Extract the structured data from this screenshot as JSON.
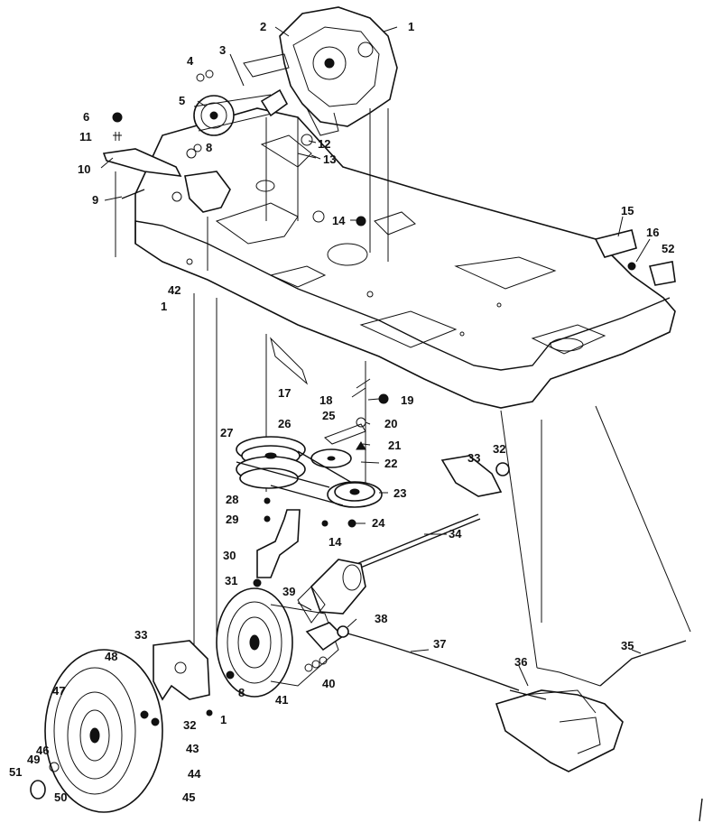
{
  "callouts": {
    "c1a": "1",
    "c2": "2",
    "c3": "3",
    "c4": "4",
    "c5": "5",
    "c6": "6",
    "c8a": "8",
    "c9": "9",
    "c10": "10",
    "c11": "11",
    "c12": "12",
    "c13": "13",
    "c14a": "14",
    "c15": "15",
    "c16": "16",
    "c52": "52",
    "c42": "42",
    "c1b": "1",
    "c17": "17",
    "c18": "18",
    "c19": "19",
    "c20": "20",
    "c21": "21",
    "c22": "22",
    "c23": "23",
    "c24": "24",
    "c14b": "14",
    "c25": "25",
    "c26": "26",
    "c27": "27",
    "c28": "28",
    "c29": "29",
    "c30": "30",
    "c31": "31",
    "c32a": "32",
    "c33a": "33",
    "c34": "34",
    "c38": "38",
    "c39": "39",
    "c40": "40",
    "c41": "41",
    "c8b": "8",
    "c33b": "33",
    "c32b": "32",
    "c1c": "1",
    "c37": "37",
    "c36": "36",
    "c35": "35",
    "c48": "48",
    "c47": "47",
    "c46": "46",
    "c49": "49",
    "c51": "51",
    "c50": "50",
    "c43": "43",
    "c44": "44",
    "c45": "45"
  }
}
